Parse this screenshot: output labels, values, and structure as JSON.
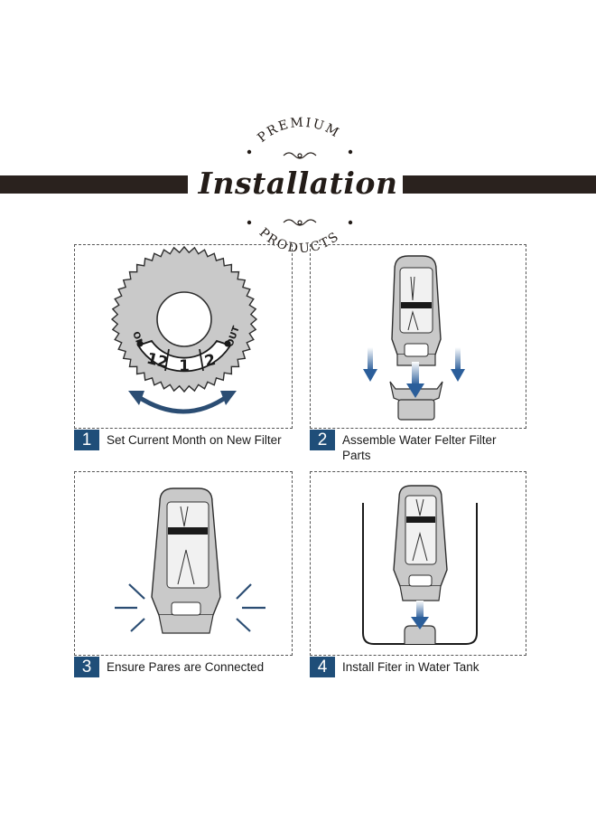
{
  "header": {
    "top_word": "PREMIUM",
    "title": "Installation",
    "bottom_word": "PRODUCTS"
  },
  "dial": {
    "left_label": "ON",
    "right_label": "OUT",
    "months": [
      "12",
      "1",
      "2"
    ]
  },
  "steps": [
    {
      "number": "1",
      "caption": "Set Current Month on New Filter"
    },
    {
      "number": "2",
      "caption": "Assemble Water Felter Filter Parts"
    },
    {
      "number": "3",
      "caption": "Ensure Pares are Connected"
    },
    {
      "number": "4",
      "caption": "Install Fiter in Water Tank"
    }
  ],
  "colors": {
    "accent": "#1f4e79",
    "arrow": "#2b4d73",
    "bar": "#2a221e",
    "part_gray": "#c9c9c9"
  }
}
